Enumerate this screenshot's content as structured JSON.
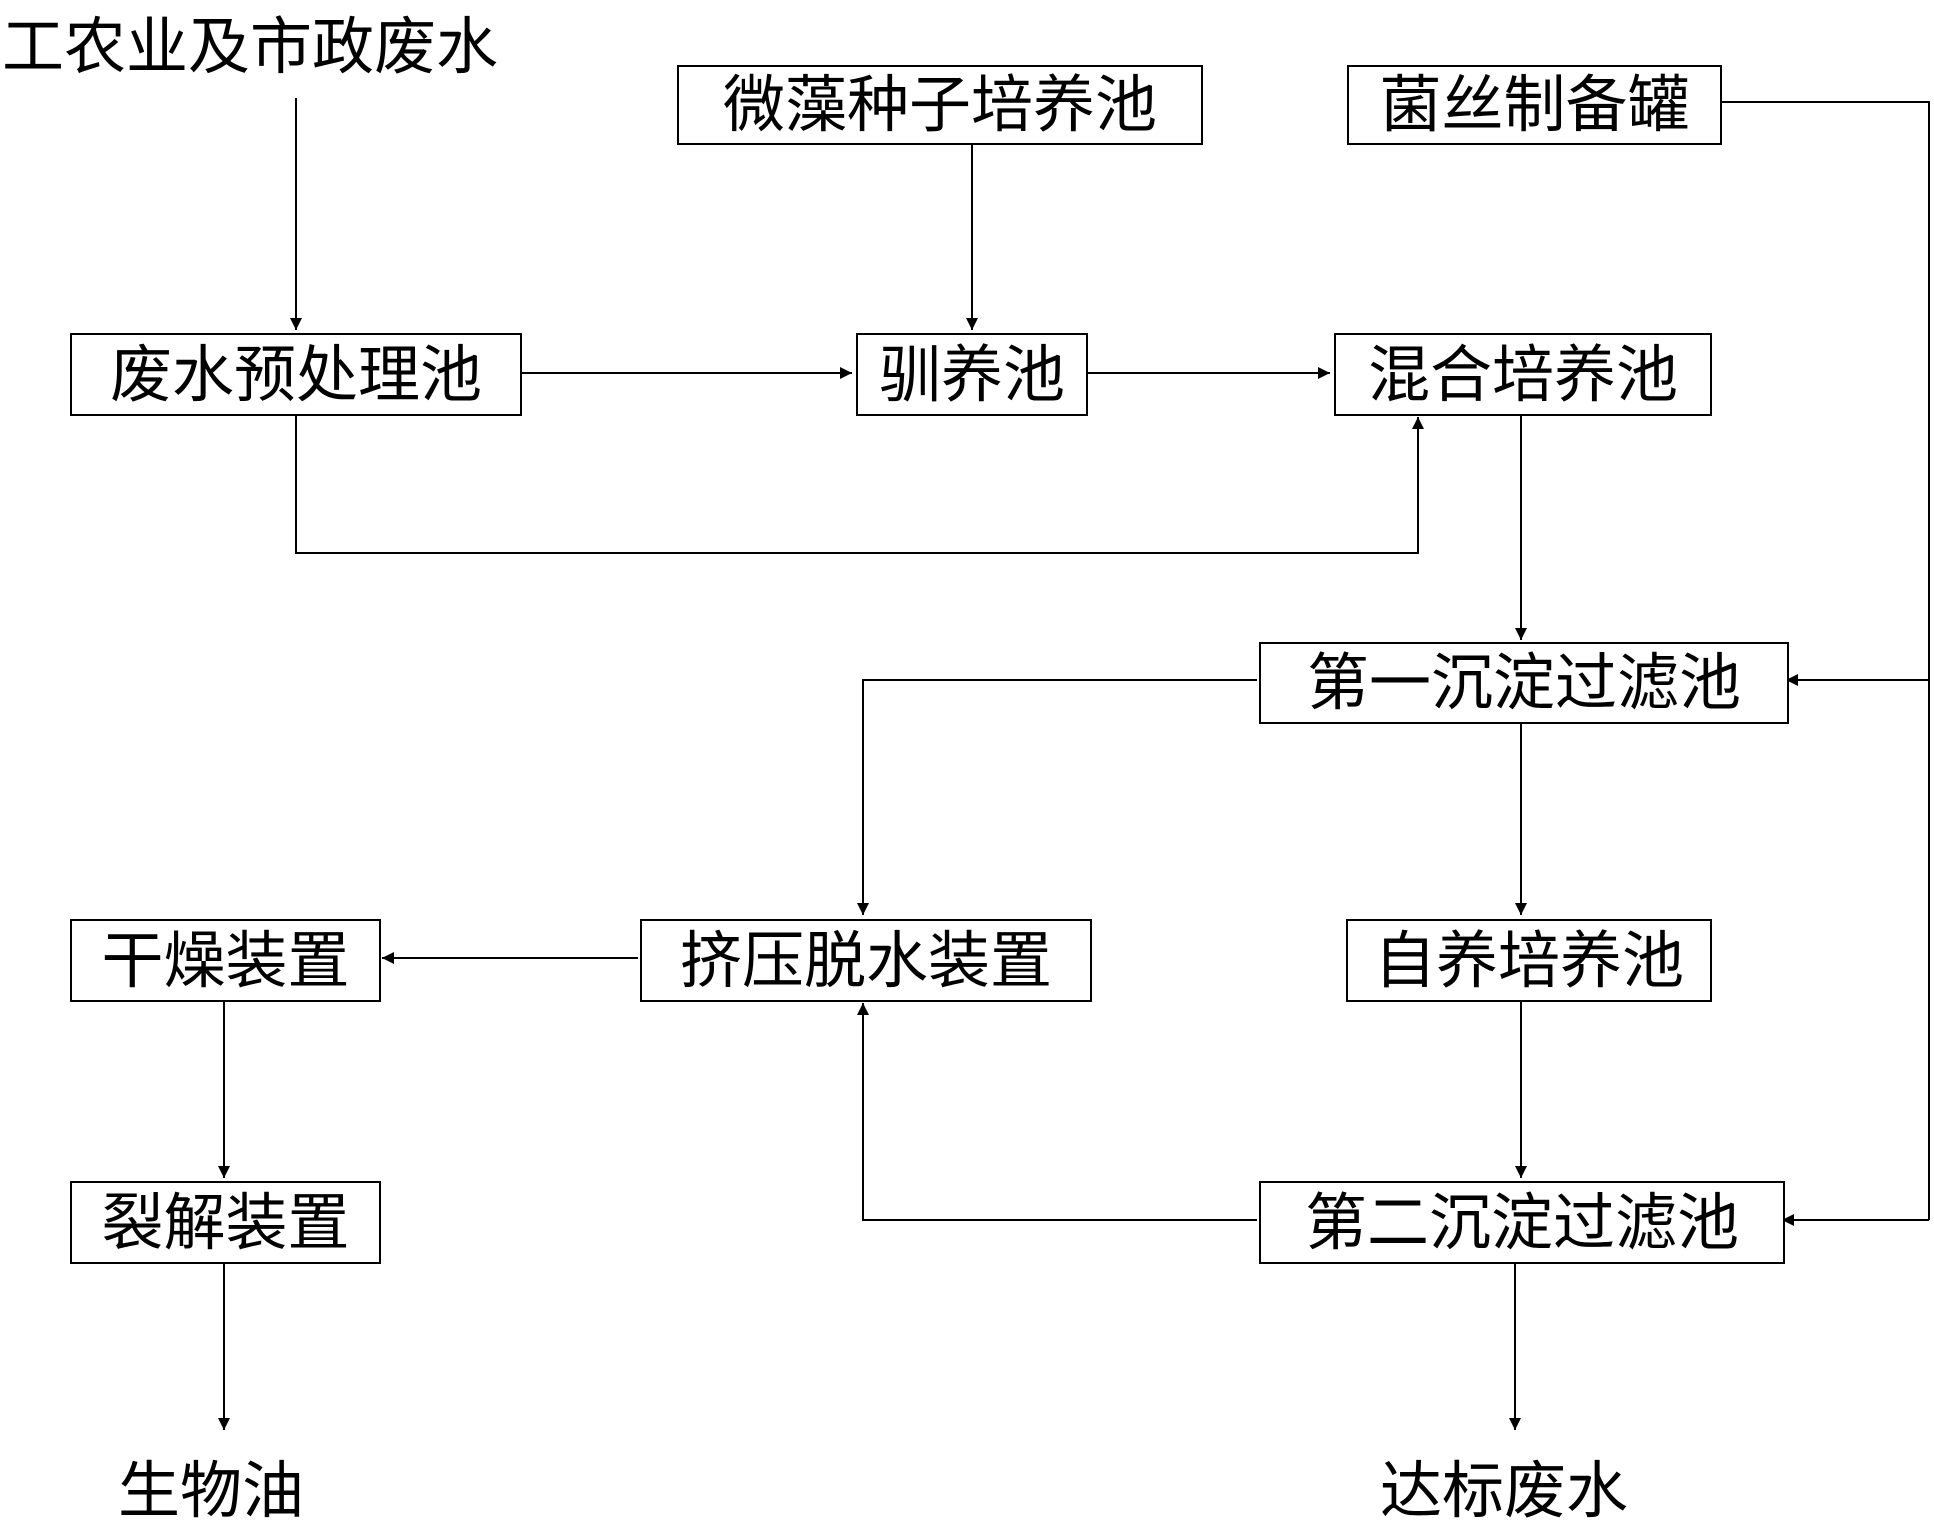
{
  "nodes": {
    "source": "工农业及市政废水",
    "microalgae_seed_tank": "微藻种子培养池",
    "fungal_prep_tank": "菌丝制备罐",
    "pretreatment_tank": "废水预处理池",
    "acclimation_tank": "驯养池",
    "mixed_culture_tank": "混合培养池",
    "first_sediment_filter": "第一沉淀过滤池",
    "press_dewatering": "挤压脱水装置",
    "drying_device": "干燥装置",
    "autotrophic_tank": "自养培养池",
    "cracking_device": "裂解装置",
    "second_sediment_filter": "第二沉淀过滤池",
    "bio_oil": "生物油",
    "compliant_wastewater": "达标废水"
  },
  "colors": {
    "line": "#000000",
    "background": "#ffffff"
  }
}
